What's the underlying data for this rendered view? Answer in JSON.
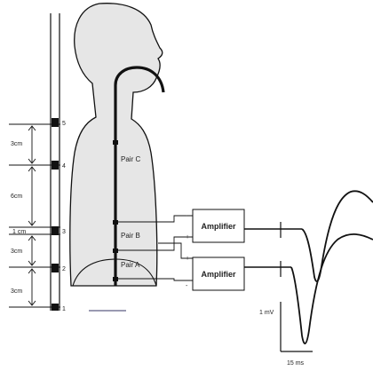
{
  "markers": [
    {
      "label": "5"
    },
    {
      "label": "4"
    },
    {
      "label": "3"
    },
    {
      "label": "2"
    },
    {
      "label": "1"
    }
  ],
  "spacings": [
    {
      "label": "3cm"
    },
    {
      "label": "6cm"
    },
    {
      "label": "1 cm"
    },
    {
      "label": "3cm"
    },
    {
      "label": "3cm"
    }
  ],
  "pairs": [
    {
      "label": "Pair C"
    },
    {
      "label": "Pair B"
    },
    {
      "label": "Pair A"
    }
  ],
  "amplifiers": [
    {
      "label": "Amplifier",
      "plus": "+",
      "minus": "-"
    },
    {
      "label": "Amplifier",
      "plus": "+",
      "minus": "-"
    }
  ],
  "scale": {
    "voltage": "1 mV",
    "time": "15 ms"
  },
  "colors": {
    "silhouette": "#e6e6e6",
    "stroke": "#111111"
  }
}
